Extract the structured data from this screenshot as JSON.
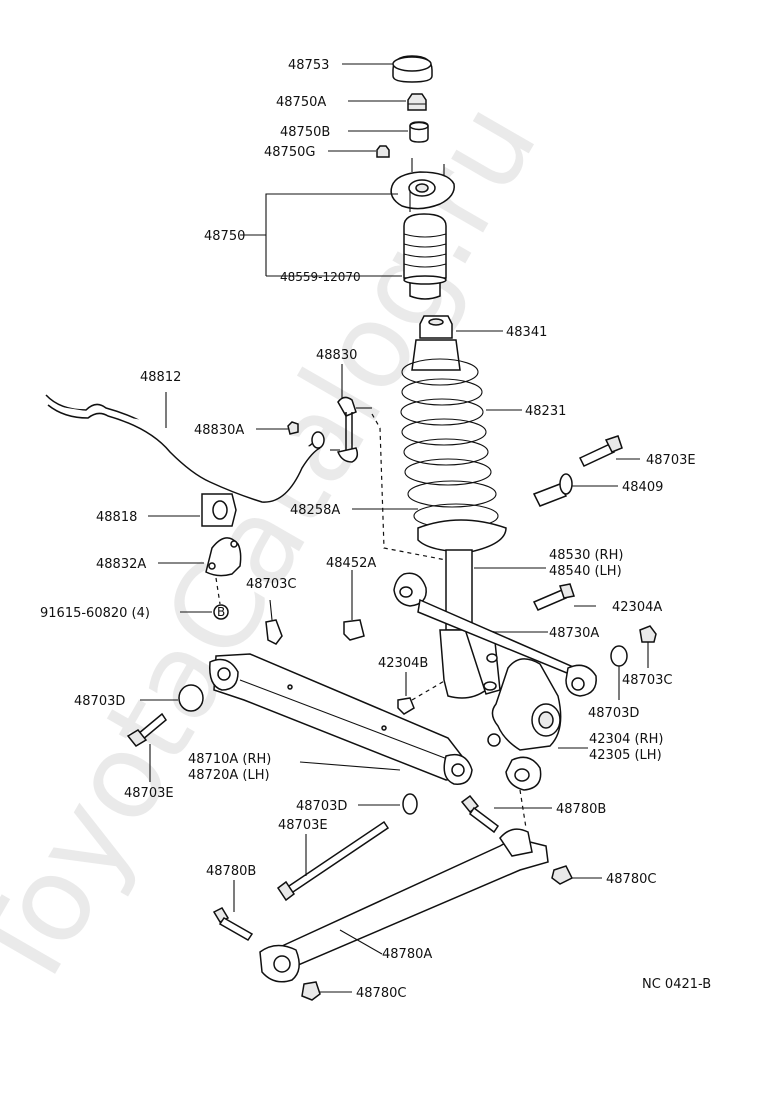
{
  "watermark": "ToyotaCatalog.ru",
  "diagram_code": "NC 0421-B",
  "labels": {
    "p48753": "48753",
    "p48750A": "48750A",
    "p48750B": "48750B",
    "p48750G": "48750G",
    "p48750": "48750",
    "p48559": "48559-12070",
    "p48341": "48341",
    "p48830": "48830",
    "p48812": "48812",
    "p48231": "48231",
    "p48830A": "48830A",
    "p48703E_top": "48703E",
    "p48409": "48409",
    "p48818": "48818",
    "p48258A": "48258A",
    "p48530": "48530 (RH)",
    "p48540": "48540 (LH)",
    "p48832A": "48832A",
    "p48703C_left": "48703C",
    "p48452A": "48452A",
    "p42304A": "42304A",
    "p91615": "91615-60820 (4)",
    "p48730A": "48730A",
    "p42304B": "42304B",
    "p48703C_right": "48703C",
    "p48703D_left": "48703D",
    "p48703D_right": "48703D",
    "p42304": "42304 (RH)",
    "p42305": "42305 (LH)",
    "p48710A": "48710A (RH)",
    "p48720A": "48720A (LH)",
    "p48703E_left": "48703E",
    "p48703D_mid": "48703D",
    "p48780B_right": "48780B",
    "p48703E_mid": "48703E",
    "p48780B_left": "48780B",
    "p48780C_right": "48780C",
    "p48780A": "48780A",
    "p48780C_bottom": "48780C",
    "bolt_mark": "B"
  }
}
